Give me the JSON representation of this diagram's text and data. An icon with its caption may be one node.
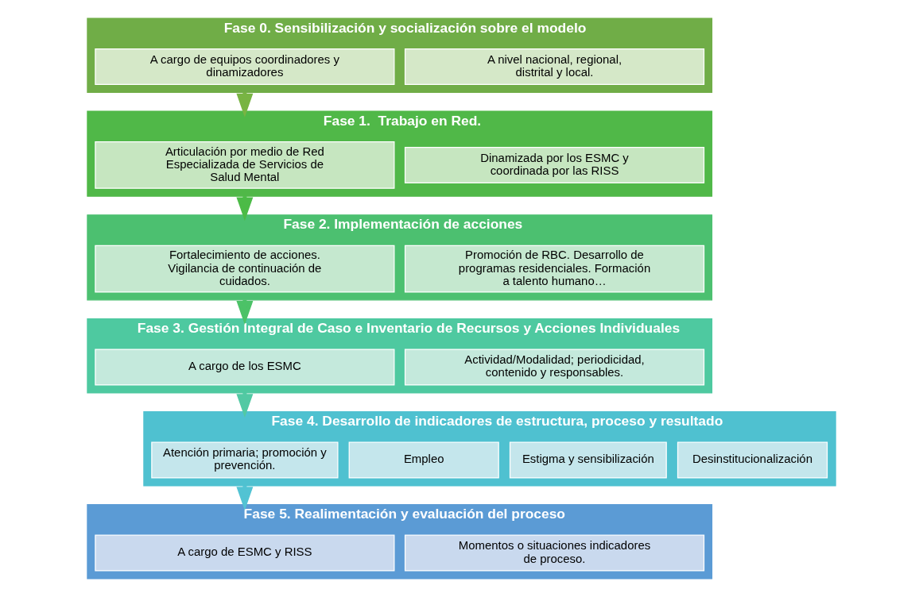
{
  "diagram": {
    "nodes": [
      {
        "text": [
          "Fase 0. Sensibilización y socialización sobre el modelo"
        ]
      },
      {
        "text": [
          "A cargo de equipos coordinadores y dinamizadores"
        ],
        "in": 0
      },
      {
        "text": [
          "A nivel nacional, regional, distrital y local."
        ],
        "in": 0
      },
      {
        "text": [
          "Fase 1.  Trabajo en Red."
        ]
      },
      {
        "text": [
          "Articulación por medio de Red Especializada de Servicios de Salud Mental"
        ],
        "in": 3
      },
      {
        "text": [
          "Dinamizada por los ESMC y coordinada por las RISS"
        ],
        "in": 3
      },
      {
        "text": [
          "Fase 2. Implementación de acciones"
        ]
      },
      {
        "text": [
          "Fortalecimiento de acciones.  Vigilancia de continuación de cuidados."
        ],
        "in": 6
      },
      {
        "text": [
          "Promoción de RBC. Desarrollo de programas residenciales. Formación a talento humano…"
        ],
        "in": 6
      },
      {
        "text": [
          "Fase 3. Gestión Integral de Caso e Inventario de Recursos y Acciones Individuales"
        ]
      },
      {
        "text": [
          "A cargo de los ESMC"
        ],
        "in": 9
      },
      {
        "text": [
          "Actividad/Modalidad; periodicidad, contenido y responsables."
        ],
        "in": 9
      },
      {
        "text": [
          "Fase 4. Desarrollo de indicadores de estructura, proceso y resultado"
        ]
      },
      {
        "text": [
          "Atención primaria; promoción y prevención."
        ],
        "in": 12
      },
      {
        "text": [
          "Empleo"
        ],
        "in": 12
      },
      {
        "text": [
          "Estigma y sensibilización"
        ],
        "in": 12
      },
      {
        "text": [
          "Desinstitucionalización"
        ],
        "in": 12
      },
      {
        "text": [
          "Fase 5. Realimentación y evaluación del proceso"
        ]
      },
      {
        "text": [
          "A cargo de ESMC y RISS"
        ],
        "in": 17
      },
      {
        "text": [
          "Momentos o situaciones indicadores de proceso."
        ],
        "in": 17
      }
    ],
    "edges": [
      {
        "from": 0,
        "to": 3,
        "arrow": "to",
        "color": "#78b443"
      },
      {
        "from": 3,
        "to": 6,
        "arrow": "to",
        "color": "#4cbb47"
      },
      {
        "from": 6,
        "to": 9,
        "arrow": "to",
        "color": "#4cc267"
      },
      {
        "from": 9,
        "to": 12,
        "arrow": "to",
        "color": "#52c9a3"
      },
      {
        "from": 12,
        "to": 17,
        "arrow": "to",
        "color": "#52c3d3"
      }
    ]
  }
}
